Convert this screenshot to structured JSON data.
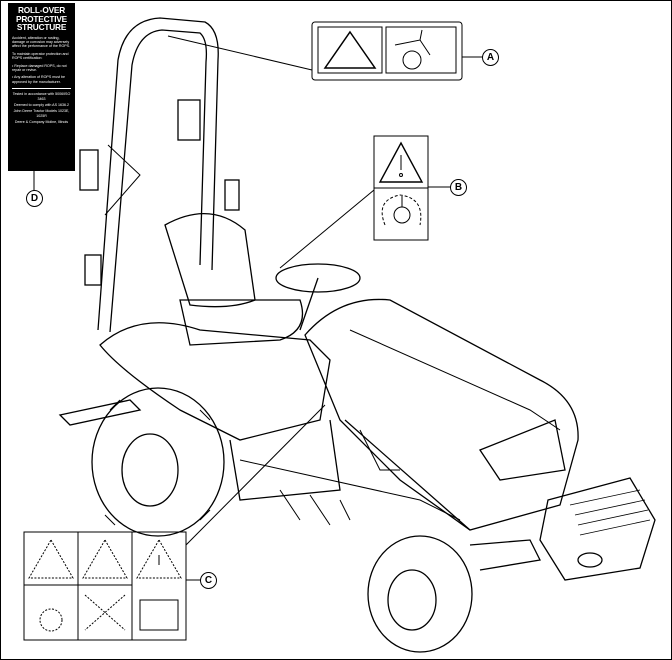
{
  "rops_label": {
    "title": "ROLL-OVER PROTECTIVE STRUCTURE",
    "paragraphs": [
      "Accident, alteration or rusting, damage or corrosion may adversely affect the performance of the ROPS.",
      "To maintain operator protection and ROPS certification:",
      "• Replace damaged ROPS, do not repair or revise.",
      "• Any alteration of ROPS must be approved by the manufacturer."
    ],
    "footer": [
      "Tested in accordance with 5006/ISO 3463",
      "Deemed to comply with AS 1636.2",
      "John Deere Tractor Models 1023E, 1025R",
      "Deere & Company Moline, Illinois"
    ]
  },
  "callouts": {
    "a": "A",
    "b": "B",
    "c": "C",
    "d": "D"
  }
}
